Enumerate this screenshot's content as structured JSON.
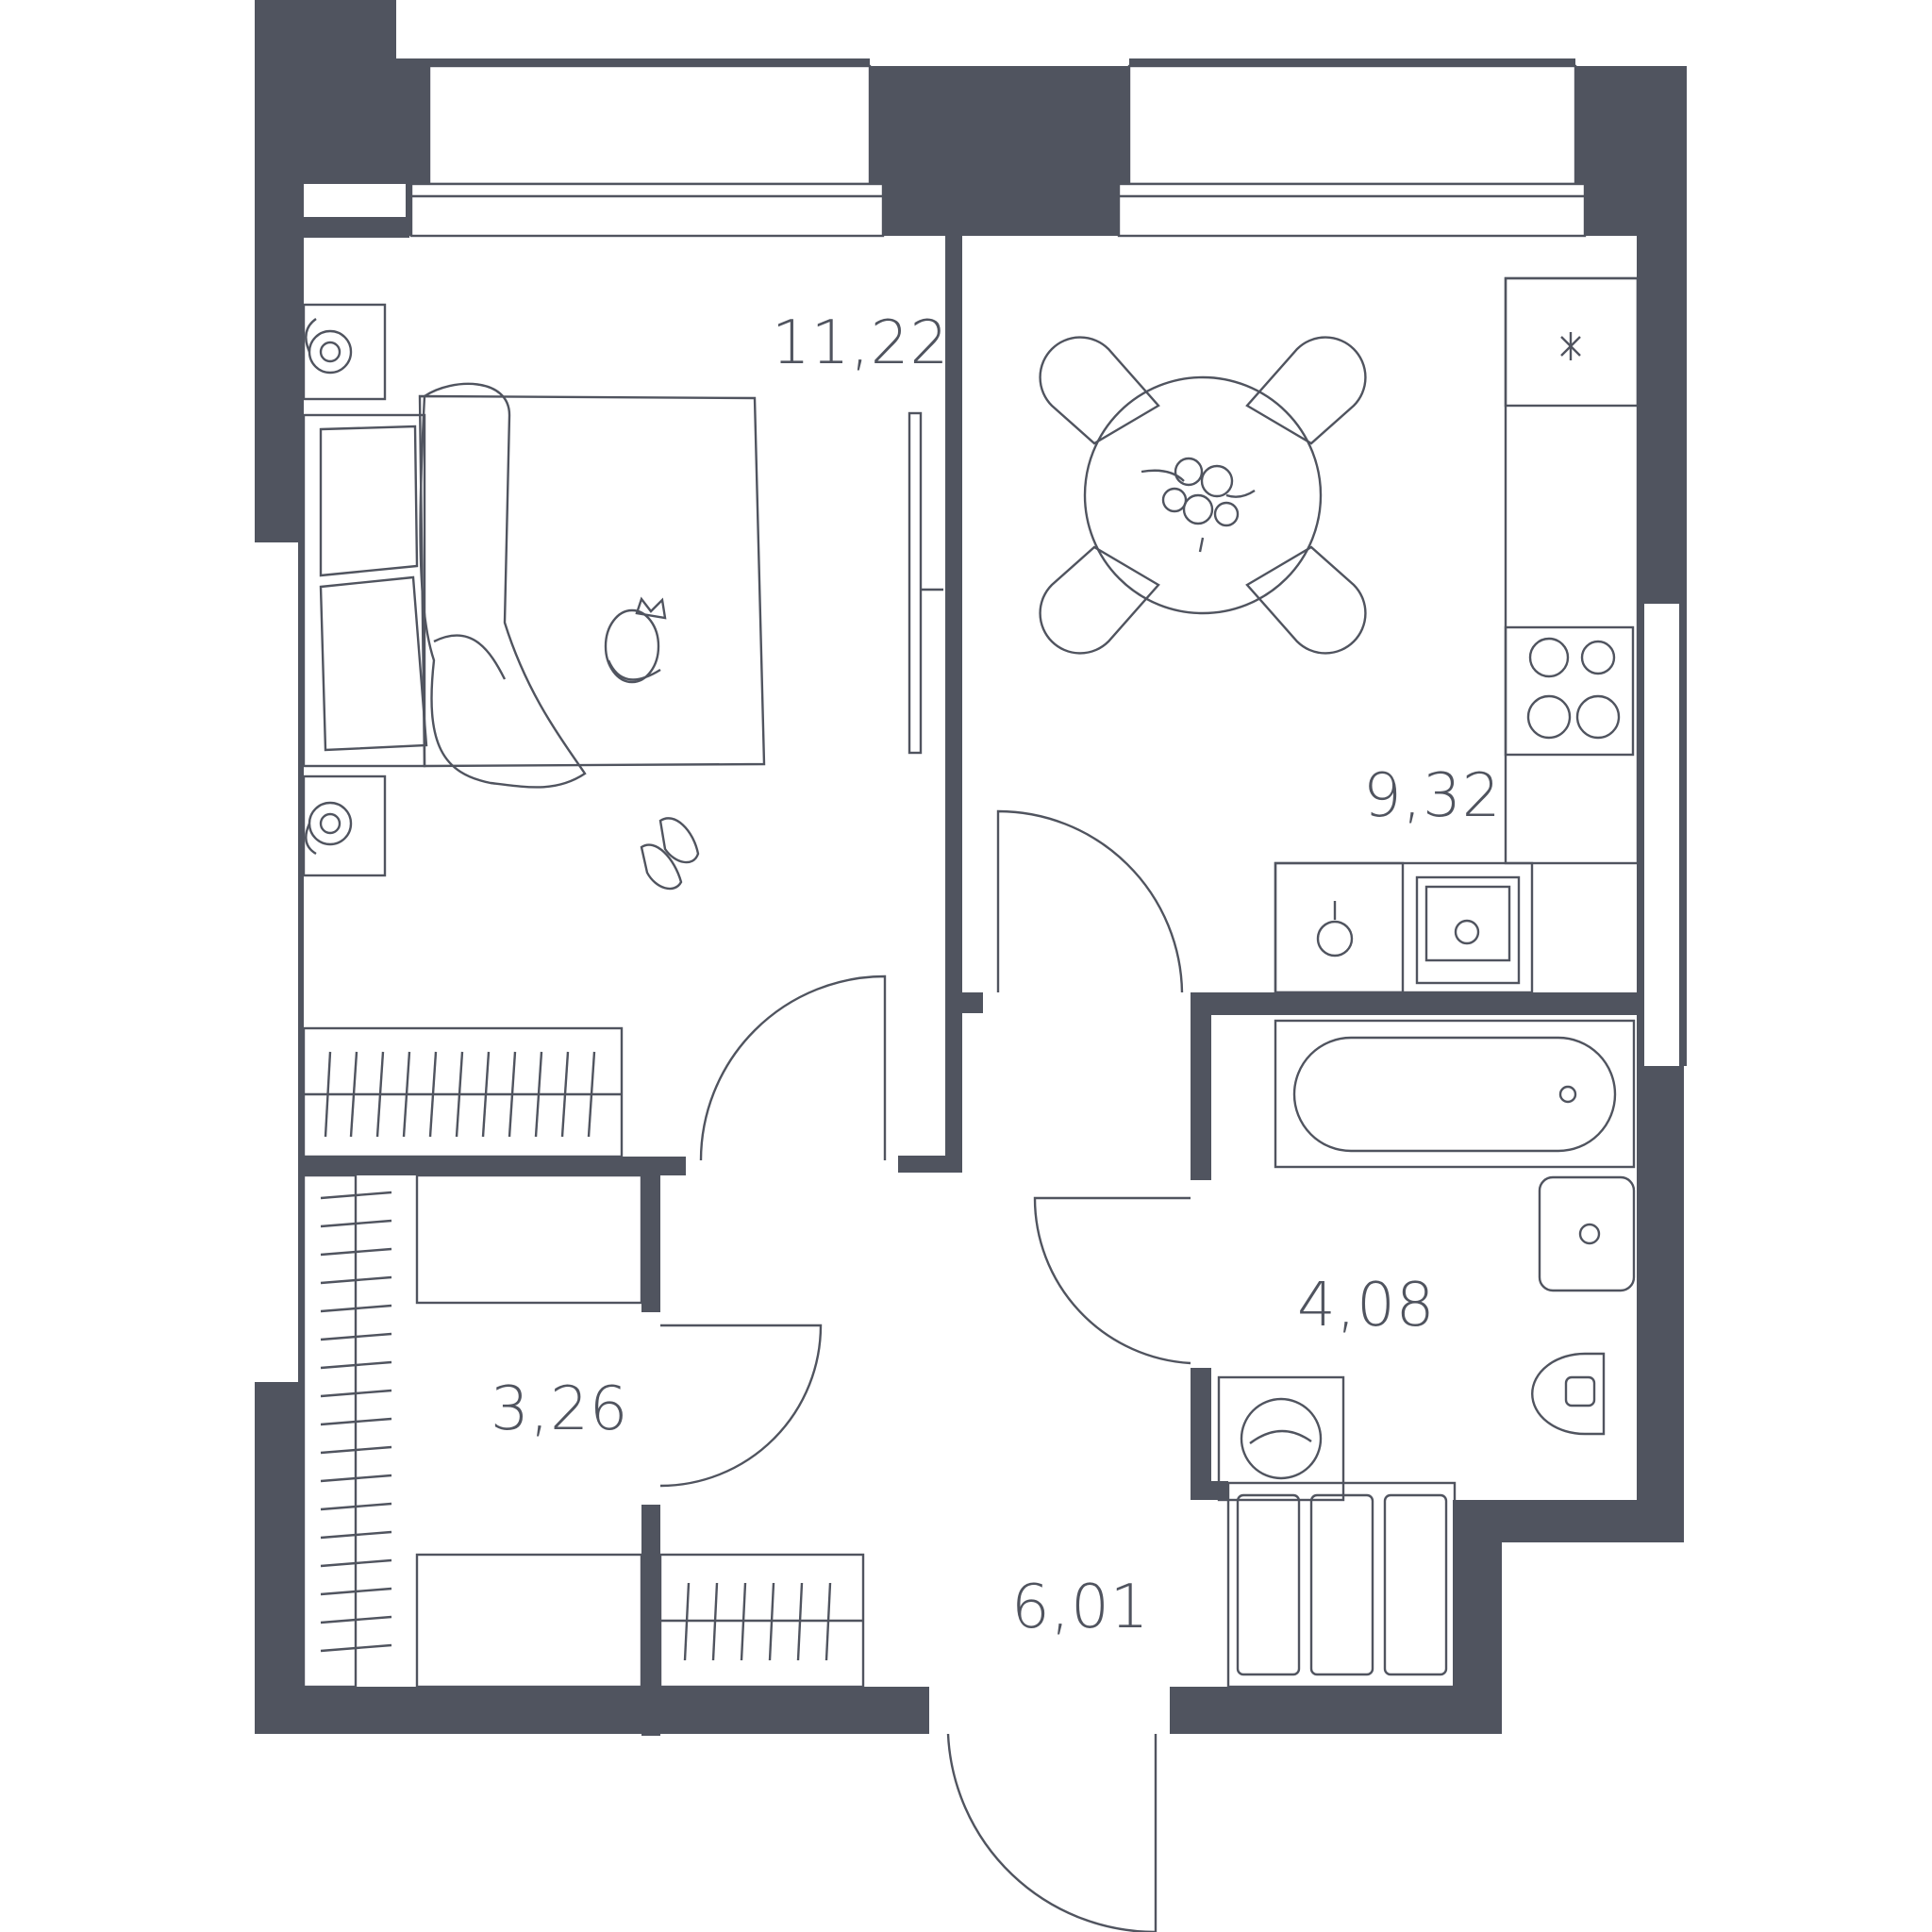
{
  "plan": {
    "colors": {
      "wall": "#50545f",
      "background": "#ffffff",
      "line": "#50545f"
    },
    "rooms": [
      {
        "id": "bedroom",
        "area": "11,22"
      },
      {
        "id": "kitchen",
        "area": "9,32"
      },
      {
        "id": "bathroom",
        "area": "4,08"
      },
      {
        "id": "wardrobe",
        "area": "3,26"
      },
      {
        "id": "hallway",
        "area": "6,01"
      }
    ],
    "icons": [
      "double-bed-icon",
      "pillow-icon",
      "cat-icon",
      "slippers-icon",
      "nightstand-lamp-icon",
      "tv-icon",
      "wardrobe-icon",
      "dining-table-icon",
      "chair-icon",
      "flower-bouquet-icon",
      "fridge-icon",
      "cooktop-icon",
      "sink-icon",
      "oven-icon",
      "bathtub-icon",
      "washbasin-icon",
      "toilet-icon",
      "washing-machine-icon",
      "storage-cabinet-icon"
    ]
  }
}
